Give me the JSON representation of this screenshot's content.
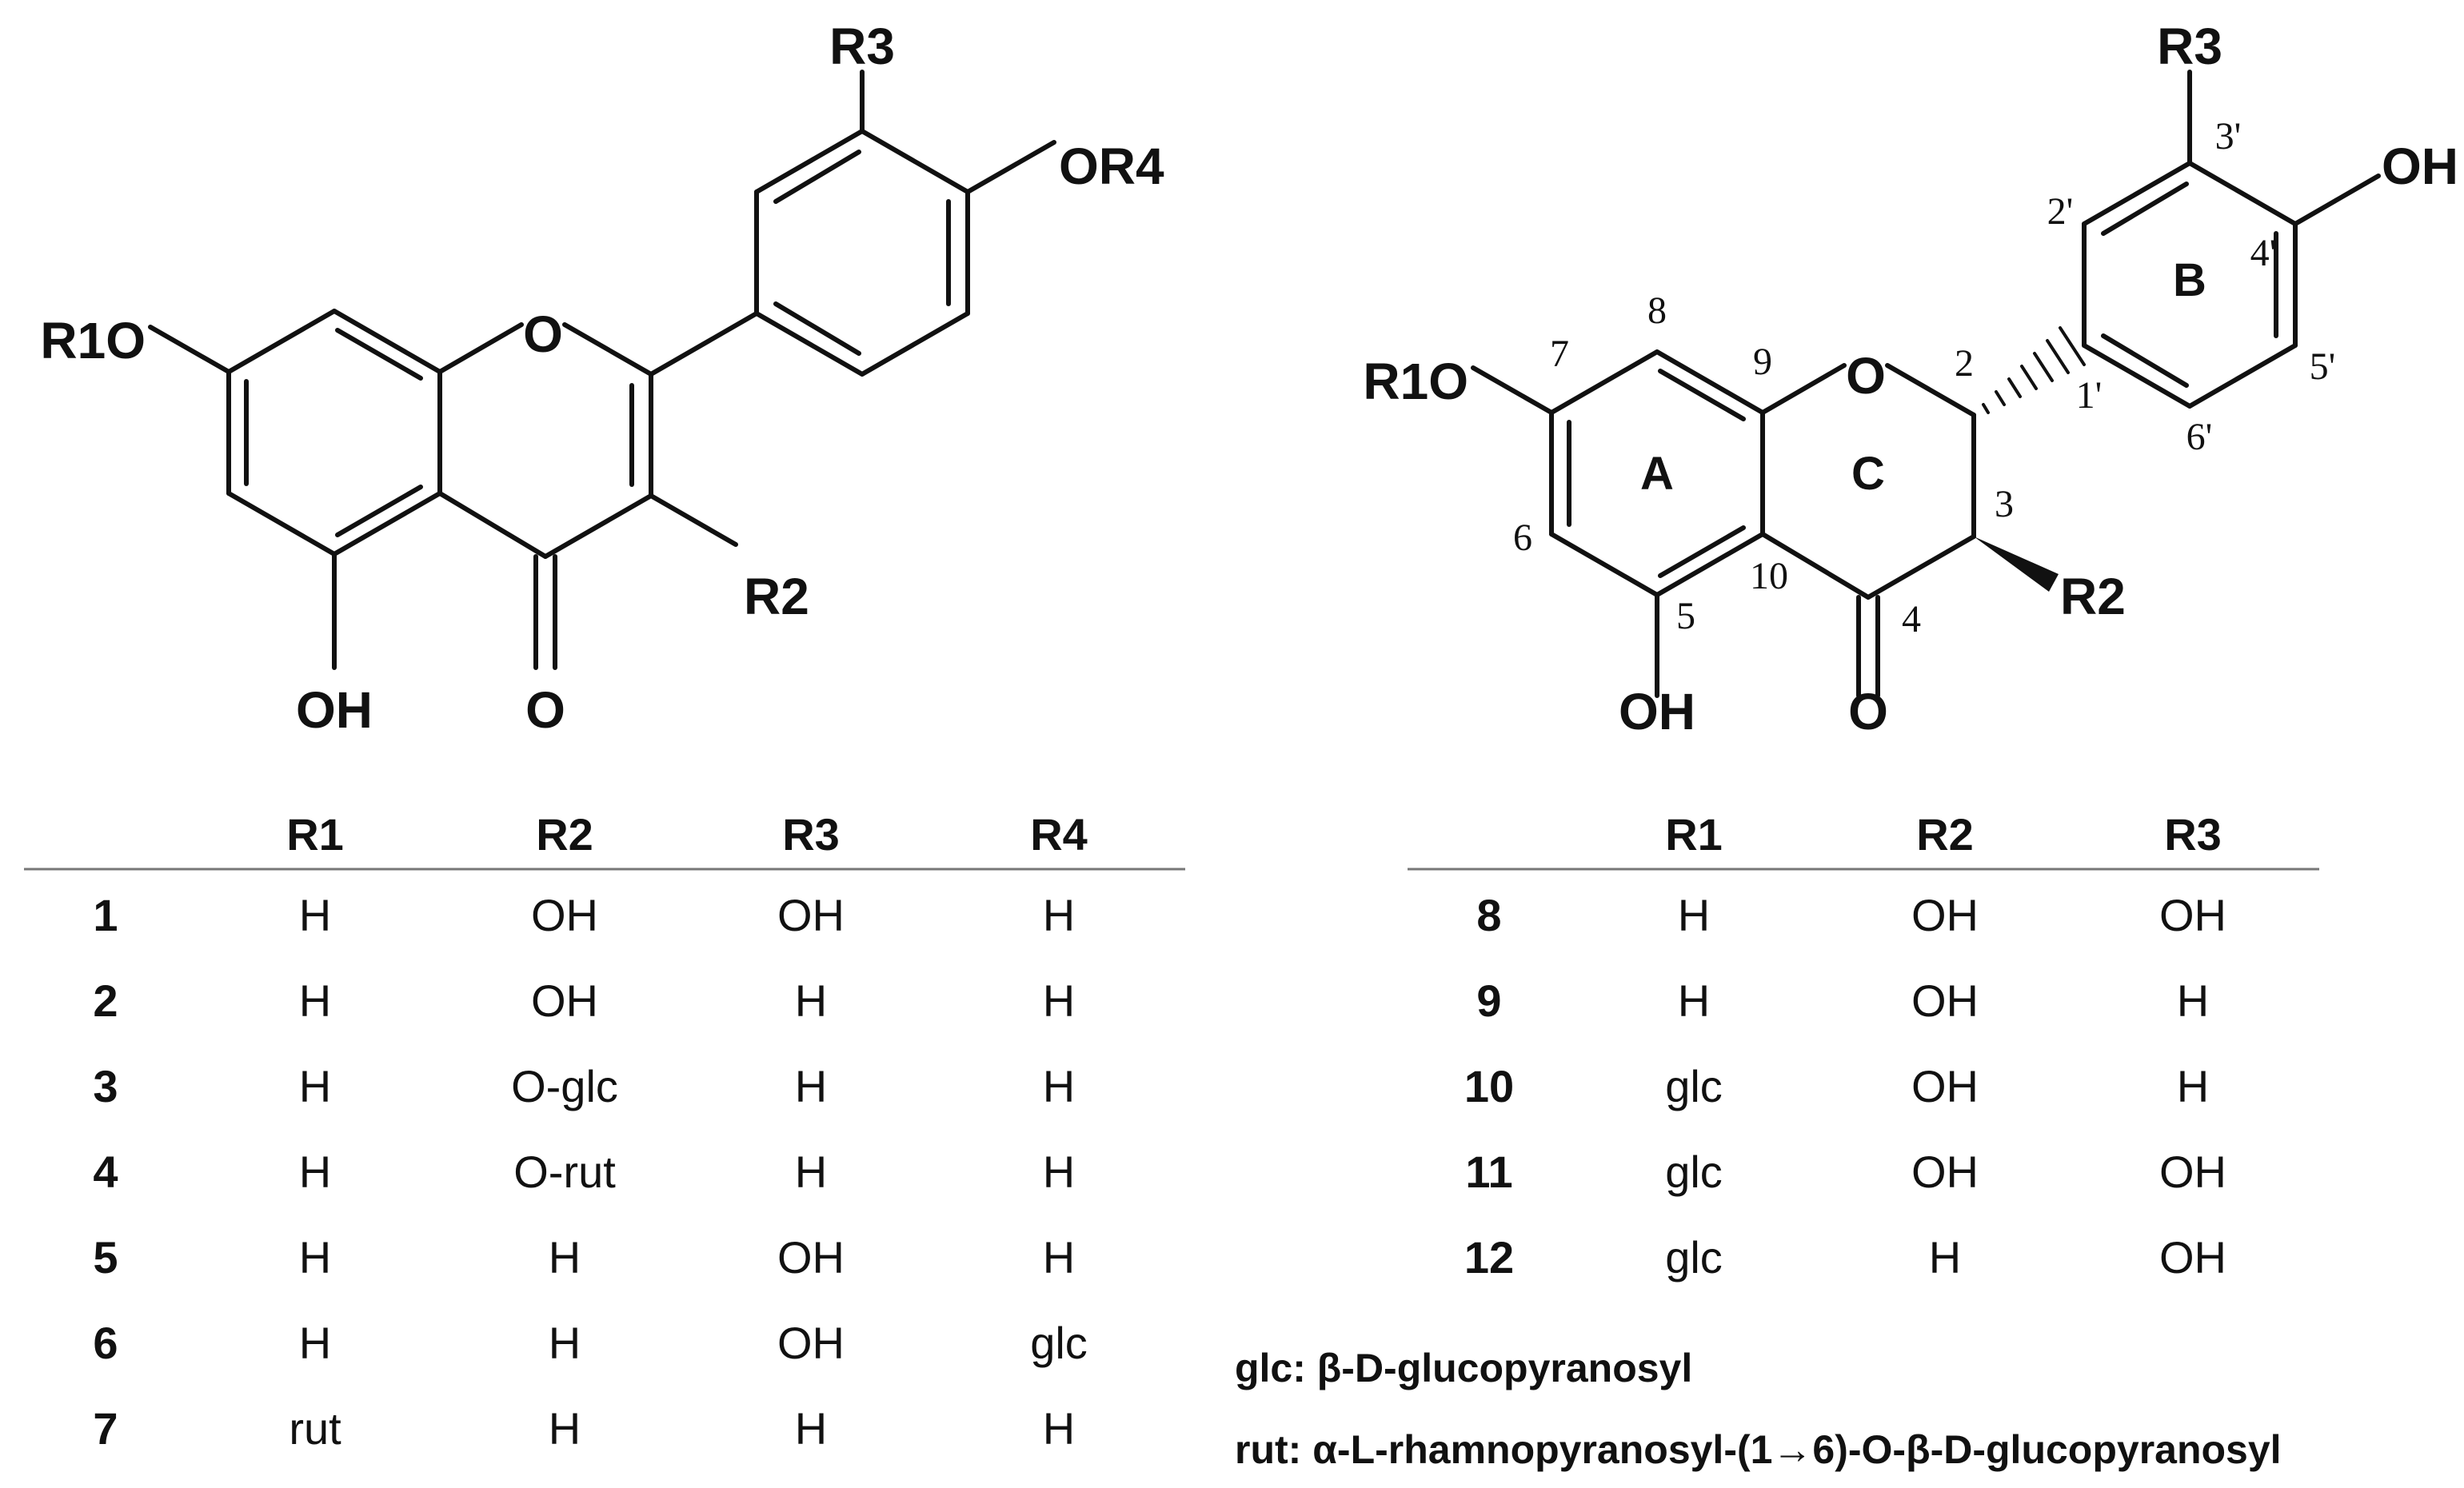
{
  "structure_left": {
    "labels": {
      "R1O": "R1O",
      "R3": "R3",
      "OR4": "OR4",
      "O_ring": "O",
      "OH": "OH",
      "O_carbonyl": "O",
      "R2": "R2"
    }
  },
  "structure_right": {
    "labels": {
      "R1O": "R1O",
      "R3": "R3",
      "OH_top": "OH",
      "O_ring": "O",
      "OH_bottom": "OH",
      "O_carbonyl": "O",
      "R2": "R2"
    },
    "ring_letters": [
      "A",
      "B",
      "C"
    ],
    "atom_numbers": [
      "2",
      "3",
      "4",
      "5",
      "6",
      "7",
      "8",
      "9",
      "10",
      "1'",
      "2'",
      "3'",
      "4'",
      "5'",
      "6'"
    ]
  },
  "table_left": {
    "headers": [
      "R1",
      "R2",
      "R3",
      "R4"
    ],
    "rows": [
      {
        "id": "1",
        "cells": [
          "H",
          "OH",
          "OH",
          "H"
        ]
      },
      {
        "id": "2",
        "cells": [
          "H",
          "OH",
          "H",
          "H"
        ]
      },
      {
        "id": "3",
        "cells": [
          "H",
          "O-glc",
          "H",
          "H"
        ]
      },
      {
        "id": "4",
        "cells": [
          "H",
          "O-rut",
          "H",
          "H"
        ]
      },
      {
        "id": "5",
        "cells": [
          "H",
          "H",
          "OH",
          "H"
        ]
      },
      {
        "id": "6",
        "cells": [
          "H",
          "H",
          "OH",
          "glc"
        ]
      },
      {
        "id": "7",
        "cells": [
          "rut",
          "H",
          "H",
          "H"
        ]
      }
    ]
  },
  "table_right": {
    "headers": [
      "R1",
      "R2",
      "R3"
    ],
    "rows": [
      {
        "id": "8",
        "cells": [
          "H",
          "OH",
          "OH"
        ]
      },
      {
        "id": "9",
        "cells": [
          "H",
          "OH",
          "H"
        ]
      },
      {
        "id": "10",
        "cells": [
          "glc",
          "OH",
          "H"
        ]
      },
      {
        "id": "11",
        "cells": [
          "glc",
          "OH",
          "OH"
        ]
      },
      {
        "id": "12",
        "cells": [
          "glc",
          "H",
          "OH"
        ]
      }
    ]
  },
  "footnotes": {
    "glc": "glc: β-D-glucopyranosyl",
    "rut": "rut: α-L-rhamnopyranosyl-(1→6)-O-β-D-glucopyranosyl"
  }
}
